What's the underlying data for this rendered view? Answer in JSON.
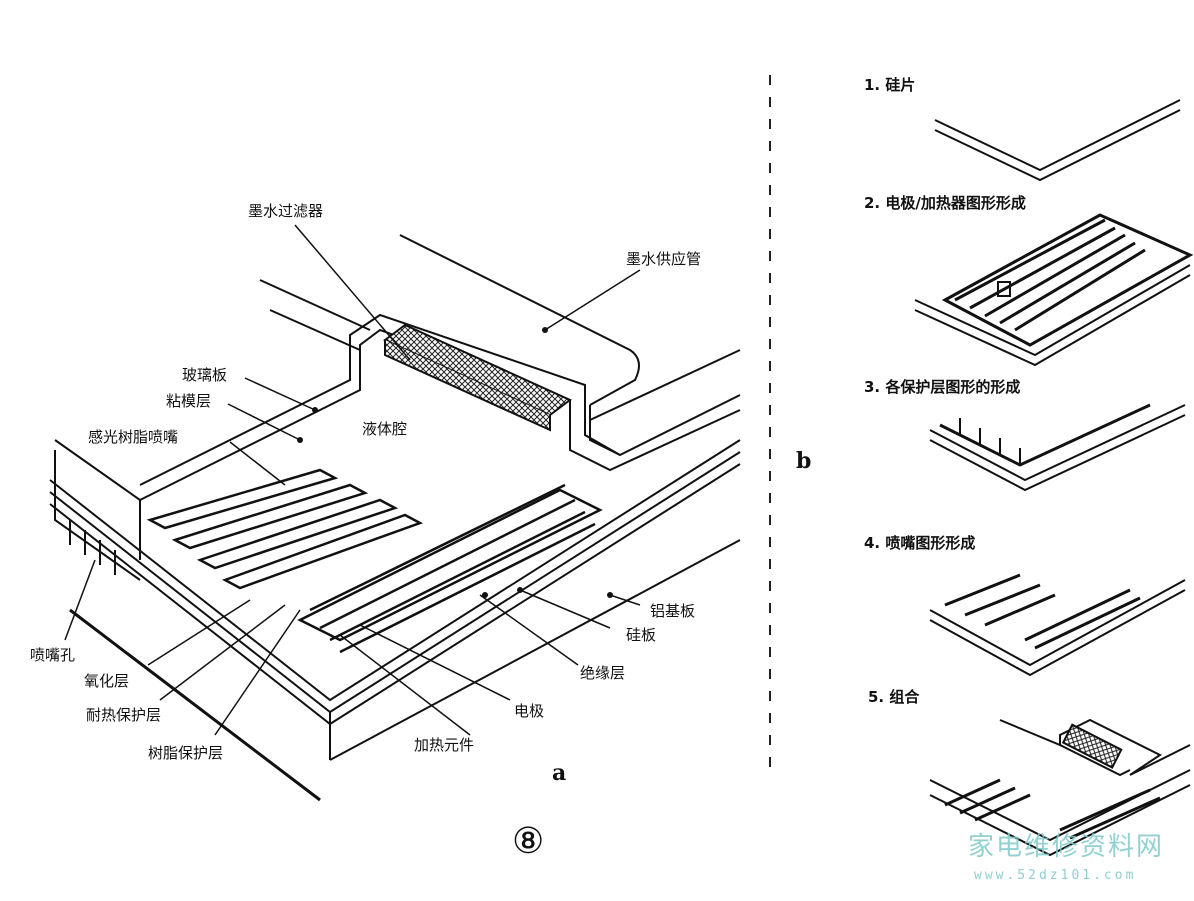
{
  "panel_a": {
    "letter": "a",
    "labels": {
      "ink_filter": "墨水过滤器",
      "ink_supply_tube": "墨水供应管",
      "glass_plate": "玻璃板",
      "adhesive_layer": "粘模层",
      "photoresin_nozzle": "感光树脂喷嘴",
      "liquid_chamber": "液体腔",
      "nozzle_hole": "喷嘴孔",
      "oxide_layer": "氧化层",
      "heat_resistant_layer": "耐热保护层",
      "resin_protective_layer": "树脂保护层",
      "aluminum_substrate": "铝基板",
      "silicon_plate": "硅板",
      "insulating_layer": "绝缘层",
      "electrode": "电极",
      "heating_element": "加热元件"
    }
  },
  "panel_b": {
    "letter": "b",
    "steps": [
      "1. 硅片",
      "2. 电极/加热器图形形成",
      "3. 各保护层图形的形成",
      "4. 喷嘴图形形成",
      "5. 组合"
    ]
  },
  "figure_number": "⑧",
  "watermark": {
    "text": "家电维修资料网",
    "url": "www.52dz101.com"
  }
}
